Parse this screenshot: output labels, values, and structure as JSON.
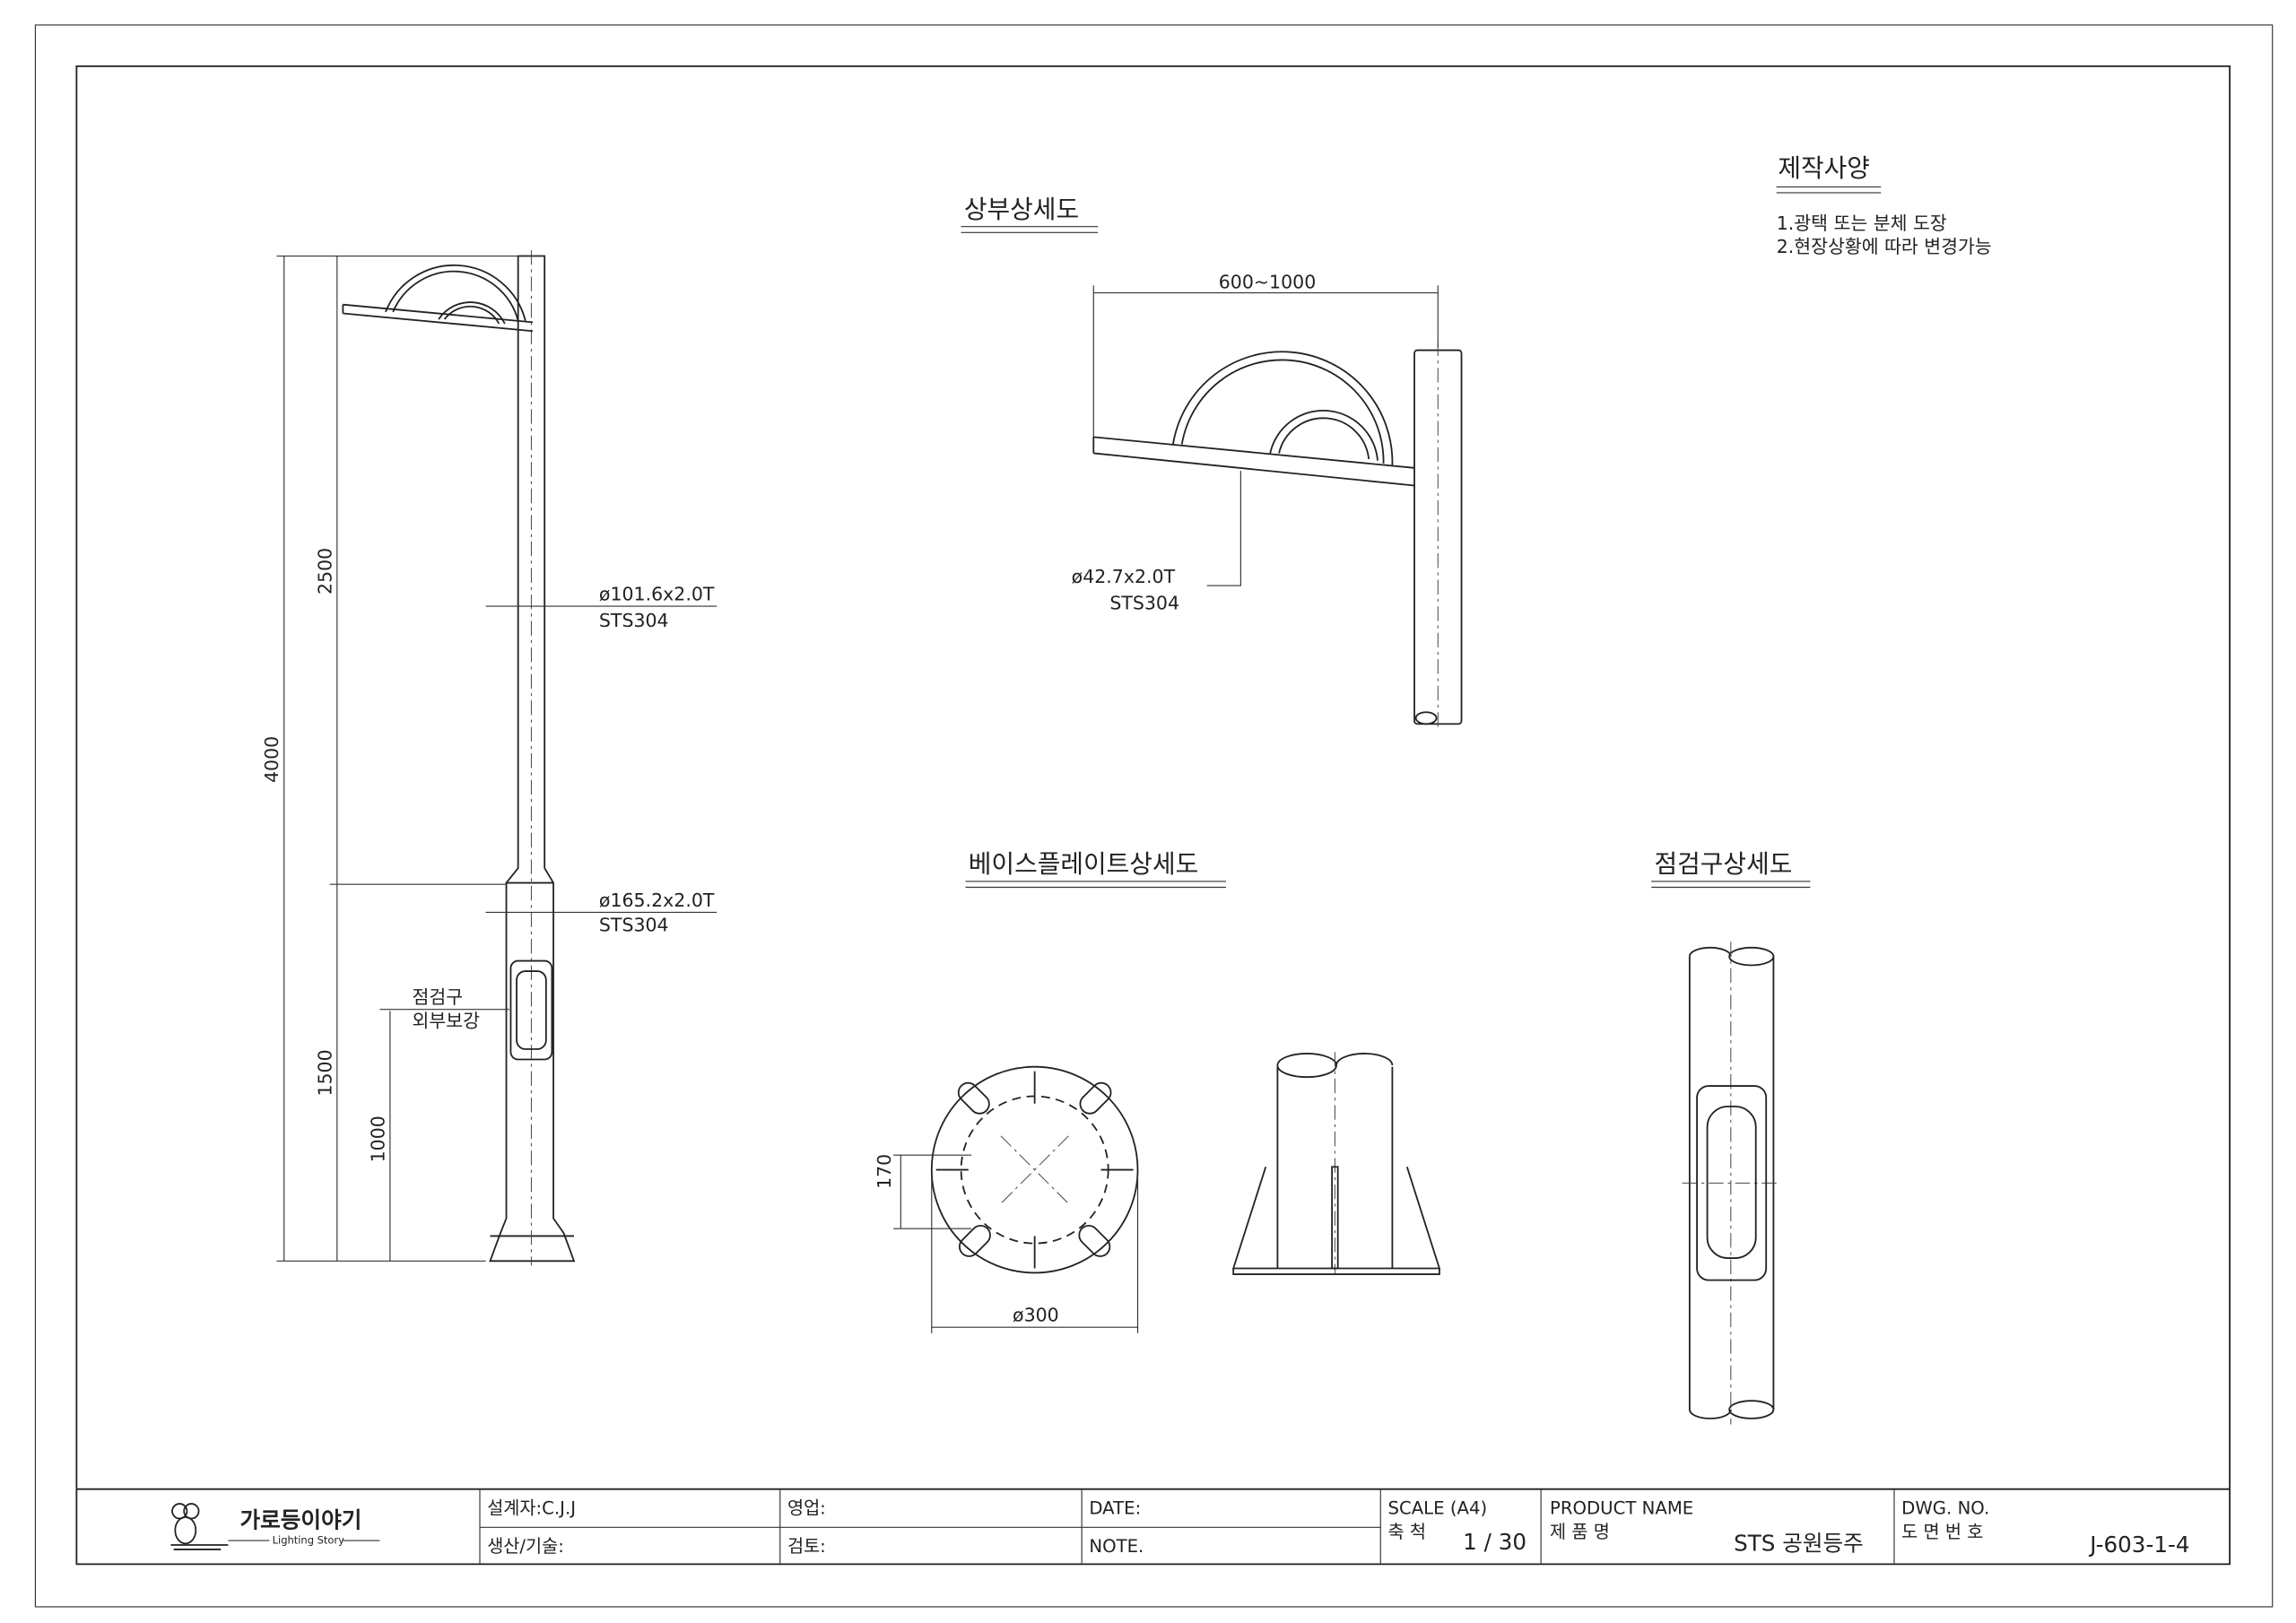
{
  "spec": {
    "title": "제작사양",
    "notes": [
      "1.광택 또는 분체 도장",
      "2.현장상황에 따라 변경가능"
    ]
  },
  "elevation": {
    "dims": {
      "total": "4000",
      "upper": "2500",
      "lower": "1500",
      "hatch_height": "1000"
    },
    "upper_pipe": {
      "size": "ø101.6x2.0T",
      "material": "STS304"
    },
    "lower_pipe": {
      "size": "ø165.2x2.0T",
      "material": "STS304"
    },
    "hatch_label": [
      "점검구",
      "외부보강"
    ]
  },
  "top_detail": {
    "title": "상부상세도",
    "width_dim": "600~1000",
    "arm_size": "ø42.7x2.0T",
    "arm_material": "STS304"
  },
  "base_detail": {
    "title": "베이스플레이트상세도",
    "bolt_dim": "170",
    "plate_dim": "ø300"
  },
  "hatch_detail": {
    "title": "점검구상세도"
  },
  "title_block": {
    "logo_text": "가로등이야기",
    "logo_sub": "Lighting Story",
    "designer": "설계자:C.J.J",
    "production": "생산/기술:",
    "sales": "영업:",
    "review": "검토:",
    "date_label": "DATE:",
    "note_label": "NOTE.",
    "scale_label": "SCALE (A4)",
    "scale_kr": "축 척",
    "scale_value": "1 / 30",
    "product_label": "PRODUCT NAME",
    "product_kr": "제 품 명",
    "product_name": "STS 공원등주",
    "dwg_label": "DWG. NO.",
    "dwg_kr": "도 면 번 호",
    "dwg_no": "J-603-1-4"
  }
}
